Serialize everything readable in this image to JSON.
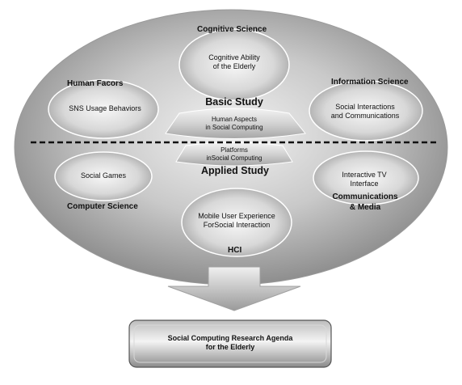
{
  "areas": {
    "cognitive_science": "Cognitive Science",
    "human_factors": "Human Facors",
    "information_science": "Information Science",
    "computer_science": "Computer Science",
    "hci": "HCI",
    "communications_media_line1": "Communications",
    "communications_media_line2": "& Media"
  },
  "basic_study": {
    "title": "Basic Study",
    "center_line1": "Human Aspects",
    "center_line2": "in Social Computing"
  },
  "applied_study": {
    "title": "Applied Study",
    "center_line1": "Platforms",
    "center_line2": "inSocial Computing"
  },
  "topics": {
    "cognitive_line1": "Cognitive Ability",
    "cognitive_line2": "of the Elderly",
    "sns": "SNS Usage Behaviors",
    "social_interactions_line1": "Social Interactions",
    "social_interactions_line2": "and Communications",
    "social_games": "Social Games",
    "interactive_tv_line1": "Interactive TV",
    "interactive_tv_line2": "Interface",
    "mobile_line1": "Mobile User Experience",
    "mobile_line2": "ForSocial Interaction"
  },
  "result": {
    "line1": "Social Computing Research Agenda",
    "line2": "for the Elderly"
  }
}
